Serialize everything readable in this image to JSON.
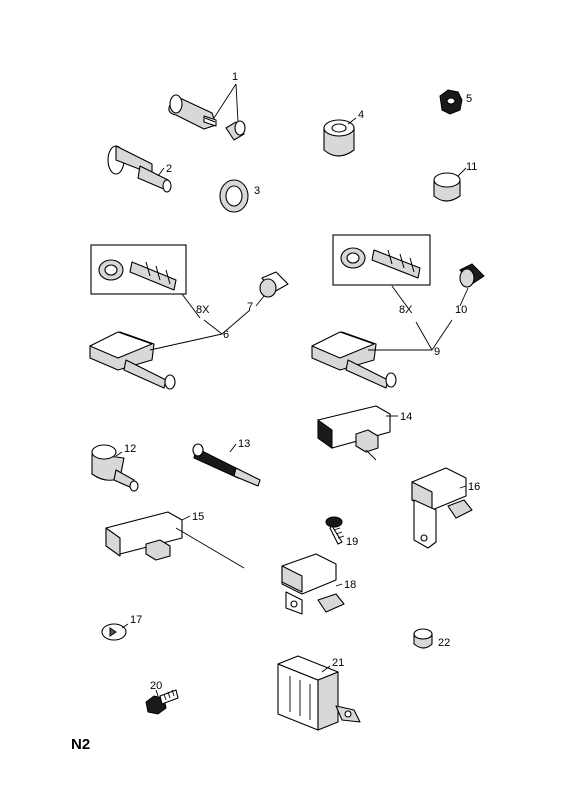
{
  "page_code": "N2",
  "callouts": {
    "c1": "1",
    "c2": "2",
    "c3": "3",
    "c4": "4",
    "c5": "5",
    "c6": "6",
    "c7": "7",
    "c8_left": "8X",
    "c8_right": "8X",
    "c9": "9",
    "c10": "10",
    "c11": "11",
    "c12": "12",
    "c13": "13",
    "c14": "14",
    "c15": "15",
    "c16": "16",
    "c17": "17",
    "c18": "18",
    "c19": "19",
    "c20": "20",
    "c21": "21",
    "c22": "22"
  }
}
